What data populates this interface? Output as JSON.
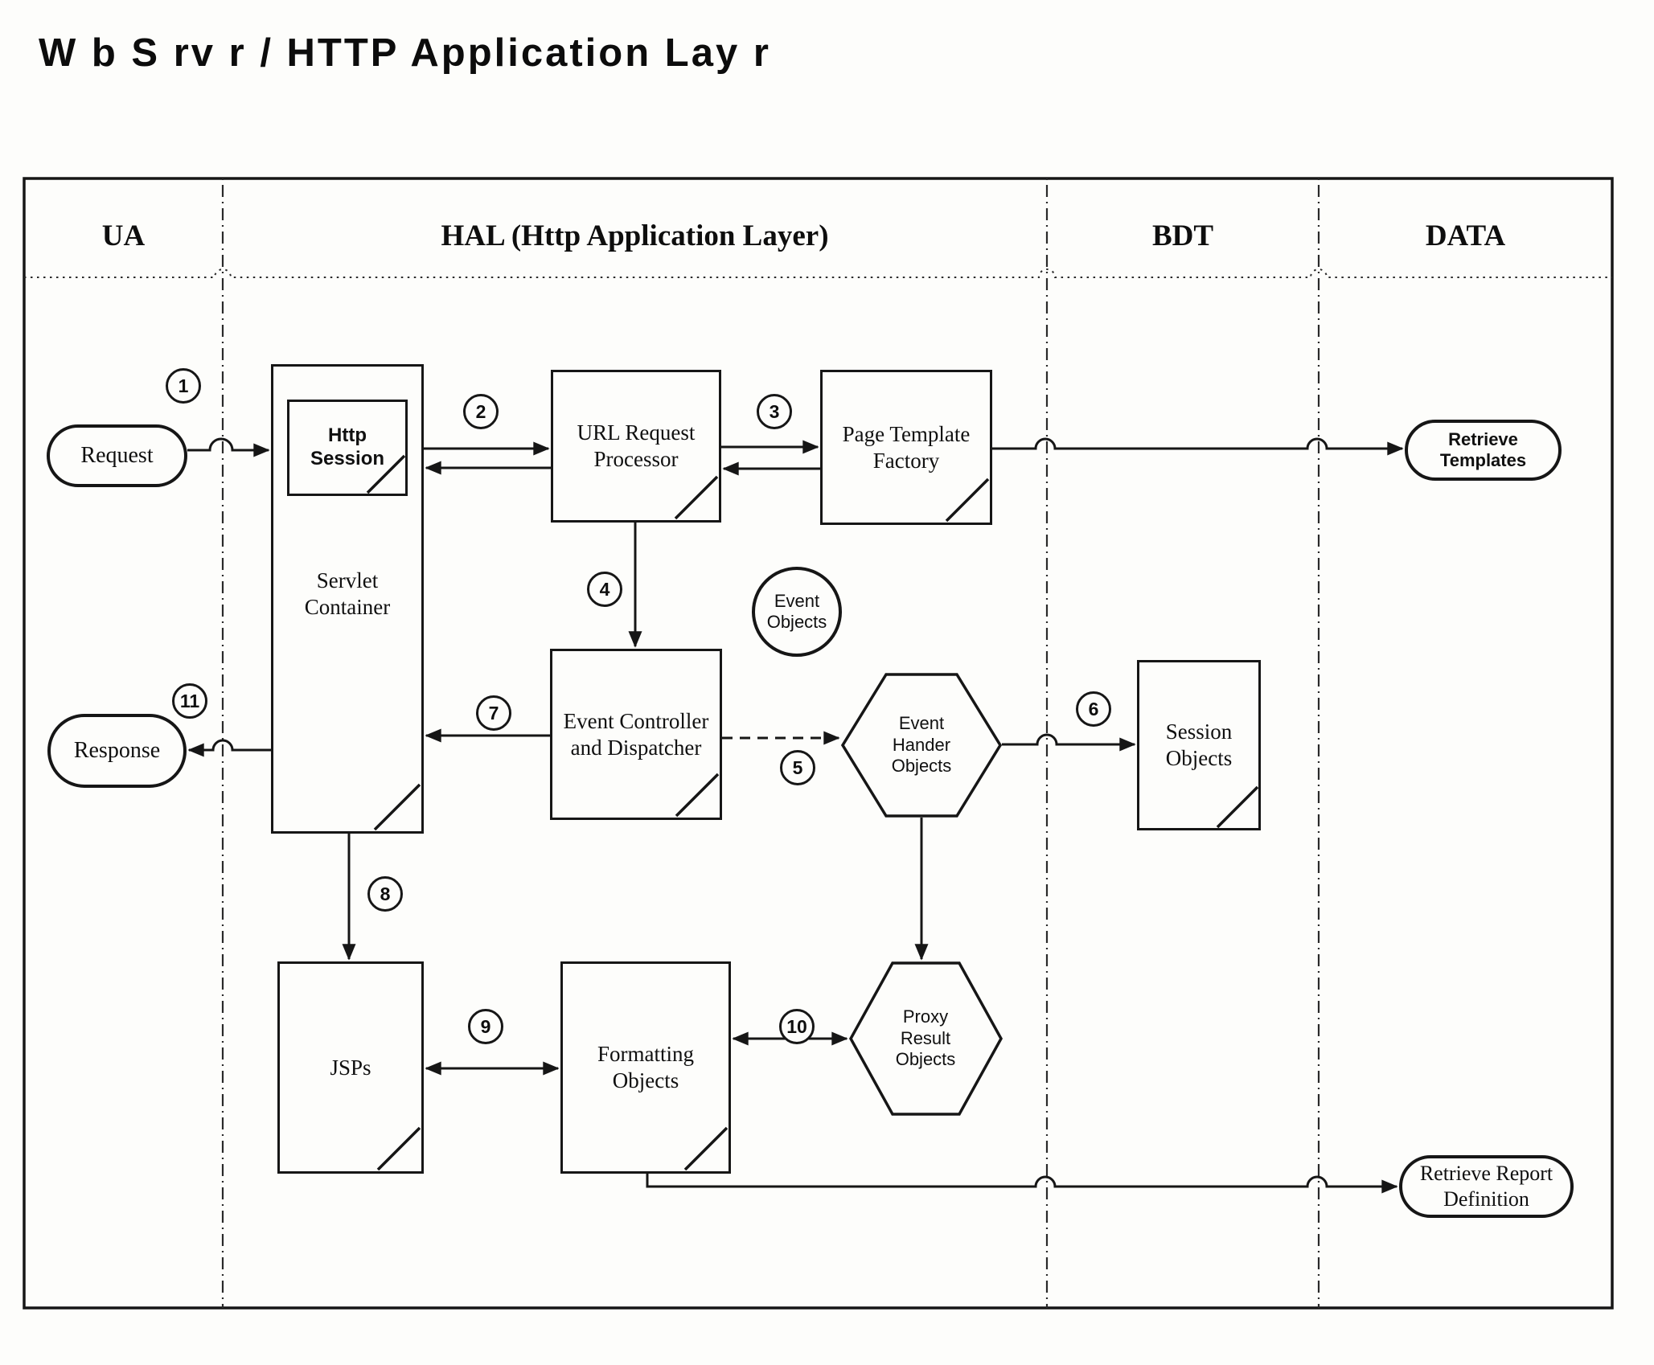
{
  "title": "W b S rv r / HTTP Application Lay r",
  "colors": {
    "ink": "#161616",
    "background": "#fdfdfb"
  },
  "lanes": {
    "ua": "UA",
    "hal": "HAL (Http Application Layer)",
    "bdt": "BDT",
    "data": "DATA"
  },
  "nodes": {
    "request": "Request",
    "http_session": "Http Session",
    "servlet_container": "Servlet Container",
    "url_request_processor": "URL Request Processor",
    "page_template_factory": "Page Template Factory",
    "retrieve_templates": "Retrieve Templates",
    "event_objects": "Event Objects",
    "event_controller": "Event Controller and Dispatcher",
    "event_hander_objects": "Event Hander Objects",
    "session_objects": "Session Objects",
    "response": "Response",
    "jsps": "JSPs",
    "formatting_objects": "Formatting Objects",
    "proxy_result_objects": "Proxy Result Objects",
    "retrieve_report_definition": "Retrieve Report Definition"
  },
  "steps": [
    "1",
    "2",
    "3",
    "4",
    "5",
    "6",
    "7",
    "8",
    "9",
    "10",
    "11"
  ]
}
